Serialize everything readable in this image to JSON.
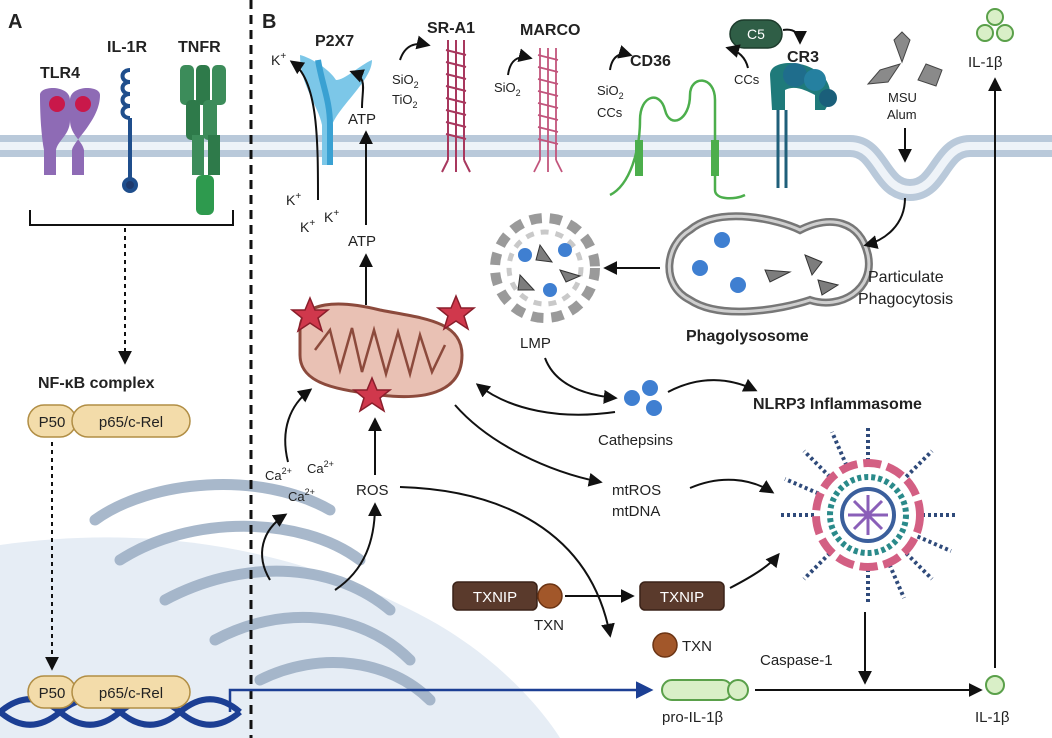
{
  "panel_a": {
    "letter": "A",
    "tlr4": "TLR4",
    "il1r": "IL-1R",
    "tnfr": "TNFR",
    "nfkb_title": "NF-κB complex",
    "p50": "P50",
    "p65": "p65/c-Rel",
    "p50_nuc": "P50",
    "p65_nuc": "p65/c-Rel"
  },
  "panel_b": {
    "letter": "B",
    "p2x7": "P2X7",
    "k_out": "K",
    "k_in": [
      "K",
      "K",
      "K"
    ],
    "k_sup": "+",
    "atp_top": "ATP",
    "atp_mid": "ATP",
    "sra1": "SR-A1",
    "sra1_ligand_1": "SiO",
    "sra1_ligand_2": "TiO",
    "sub2": "2",
    "marco": "MARCO",
    "marco_ligand": "SiO",
    "cd36": "CD36",
    "cd36_ligand_1": "SiO",
    "cd36_ligand_2": "CCs",
    "c5": "C5",
    "ccs_cr3": "CCs",
    "cr3": "CR3",
    "msu": "MSU",
    "alum": "Alum",
    "il1b_top": "IL-1β",
    "particulate_1": "Particulate",
    "particulate_2": "Phagocytosis",
    "phagolysosome": "Phagolysosome",
    "lmp": "LMP",
    "cathepsins": "Cathepsins",
    "nlrp3": "NLRP3 Inflammasome",
    "mtros": "mtROS",
    "mtdna": "mtDNA",
    "ros": "ROS",
    "ca": "Ca",
    "ca_sup": "2+",
    "txnip_1": "TXNIP",
    "txn_1": "TXN",
    "txnip_2": "TXNIP",
    "txn_2": "TXN",
    "caspase": "Caspase-1",
    "pro_il1b": "pro-IL-1β",
    "il1b_bottom": "IL-1β"
  }
}
